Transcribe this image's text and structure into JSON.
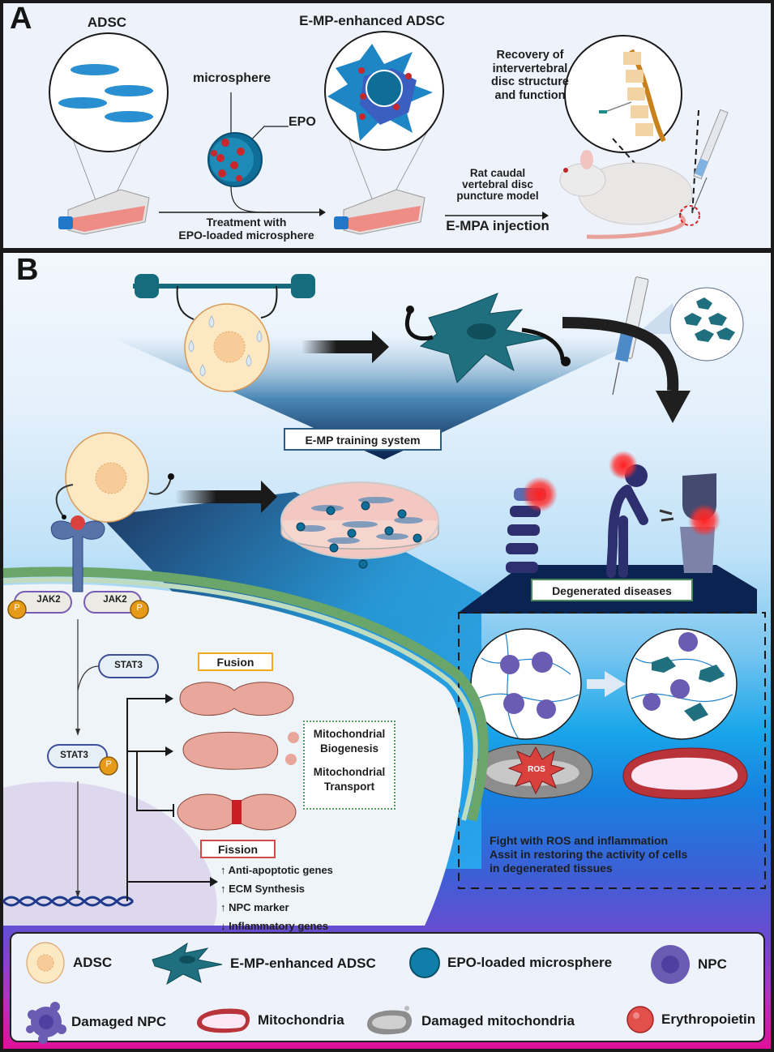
{
  "figure": {
    "panel_a": {
      "letter": "A",
      "adsc_title": "ADSC",
      "enhanced_title": "E-MP-enhanced ADSC",
      "microsphere_label": "microsphere",
      "epo_label": "EPO",
      "treatment_line1": "Treatment with",
      "treatment_line2": "EPO-loaded microsphere",
      "recovery_lines": [
        "Recovery of",
        "intervertebral",
        "disc structure",
        "and function"
      ],
      "rat_model_lines": [
        "Rat caudal",
        "vertebral disc",
        "puncture model"
      ],
      "injection_label": "E-MPA injection"
    },
    "panel_b": {
      "letter": "B",
      "training_system_label": "E-MP training system",
      "degenerated_label": "Degenerated diseases",
      "receptor": {
        "jak2_left": "JAK2",
        "jak2_right": "JAK2",
        "phospho": "P",
        "stat3": "STAT3",
        "stat3_p": "STAT3"
      },
      "mito": {
        "fusion": "Fusion",
        "fission": "Fission",
        "biogenesis_line1": "Mitochondrial",
        "biogenesis_line2": "Biogenesis",
        "transport_line1": "Mitochondrial",
        "transport_line2": "Transport"
      },
      "gene_effects": [
        {
          "arrow": "↑",
          "text": "Anti-apoptotic genes"
        },
        {
          "arrow": "↑",
          "text": "ECM Synthesis"
        },
        {
          "arrow": "↑",
          "text": "NPC marker"
        },
        {
          "arrow": "↓",
          "text": "Inflammatory genes"
        }
      ],
      "ros_label": "ROS",
      "outcome_lines": [
        "Fight with ROS and inflammation",
        "Assit in restoring the activity of cells",
        "in degenerated tissues"
      ]
    },
    "legend": [
      {
        "icon": "adsc-cell-icon",
        "label": "ADSC"
      },
      {
        "icon": "enhanced-adsc-icon",
        "label": "E-MP-enhanced ADSC"
      },
      {
        "icon": "microsphere-icon",
        "label": "EPO-loaded microsphere"
      },
      {
        "icon": "npc-icon",
        "label": "NPC"
      },
      {
        "icon": "damaged-npc-icon",
        "label": "Damaged NPC"
      },
      {
        "icon": "mitochondria-icon",
        "label": "Mitochondria"
      },
      {
        "icon": "damaged-mitochondria-icon",
        "label": "Damaged  mitochondria"
      },
      {
        "icon": "erythropoietin-icon",
        "label": "Erythropoietin"
      }
    ],
    "colors": {
      "adsc_fill": "#fde8c4",
      "adsc_stroke": "#d99a55",
      "teal_cell": "#1f6f7f",
      "microsphere": "#0f6e98",
      "npc": "#6a5bb3",
      "epo_red": "#d9413f",
      "mito_fill": "#e8a79a",
      "fusion_border": "#f3a91c",
      "fission_border": "#d24b4b",
      "biogenesis_border": "#4aa05a",
      "dark_navy": "#0b2350"
    }
  }
}
